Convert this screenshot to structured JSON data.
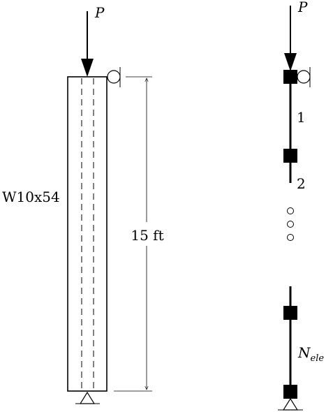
{
  "left_figure": {
    "load_label": "P",
    "section_label": "W10x54",
    "height_label": "15 ft"
  },
  "right_figure": {
    "load_label": "P",
    "element_1_label": "1",
    "element_2_label": "2",
    "element_last_label_base": "N",
    "element_last_label_sub": "ele"
  },
  "colors": {
    "stroke": "#000000",
    "background": "#ffffff"
  }
}
